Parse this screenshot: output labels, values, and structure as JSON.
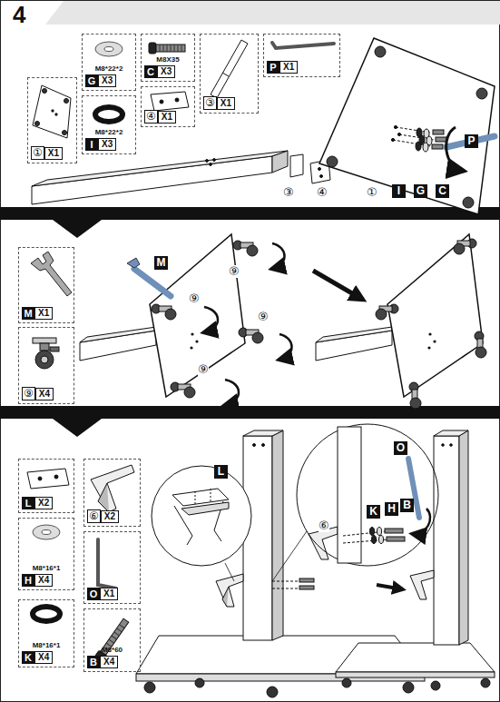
{
  "diagram": {
    "nodes": [
      {
        "text": [
          "①",
          "X1"
        ]
      },
      {
        "text": [
          "M8*22*2",
          "G",
          "X3"
        ]
      },
      {
        "text": [
          "M8*22*2",
          "I",
          "X3"
        ]
      },
      {
        "text": [
          "M8X35",
          "C",
          "X3"
        ]
      },
      {
        "text": [
          "④",
          "X1"
        ]
      },
      {
        "text": [
          "③",
          "X1"
        ]
      },
      {
        "text": [
          "P",
          "X1"
        ]
      },
      {
        "text": [
          "M",
          "X1"
        ]
      },
      {
        "text": [
          "⑨",
          "X4"
        ]
      },
      {
        "text": [
          "L",
          "X2"
        ]
      },
      {
        "text": [
          "M8*16*1",
          "H",
          "X4"
        ]
      },
      {
        "text": [
          "M8*16*1",
          "K",
          "X4"
        ]
      },
      {
        "text": [
          "⑥",
          "X2"
        ]
      },
      {
        "text": [
          "O",
          "X1"
        ]
      },
      {
        "text": [
          "M8*60",
          "B",
          "X4"
        ]
      }
    ],
    "labels": [
      "4",
      "P",
      "③",
      "④",
      "①",
      "I",
      "G",
      "C",
      "M",
      "⑨",
      "⑨",
      "⑨",
      "⑨",
      "L",
      "O",
      "B",
      "⑥",
      "K",
      "H"
    ]
  }
}
